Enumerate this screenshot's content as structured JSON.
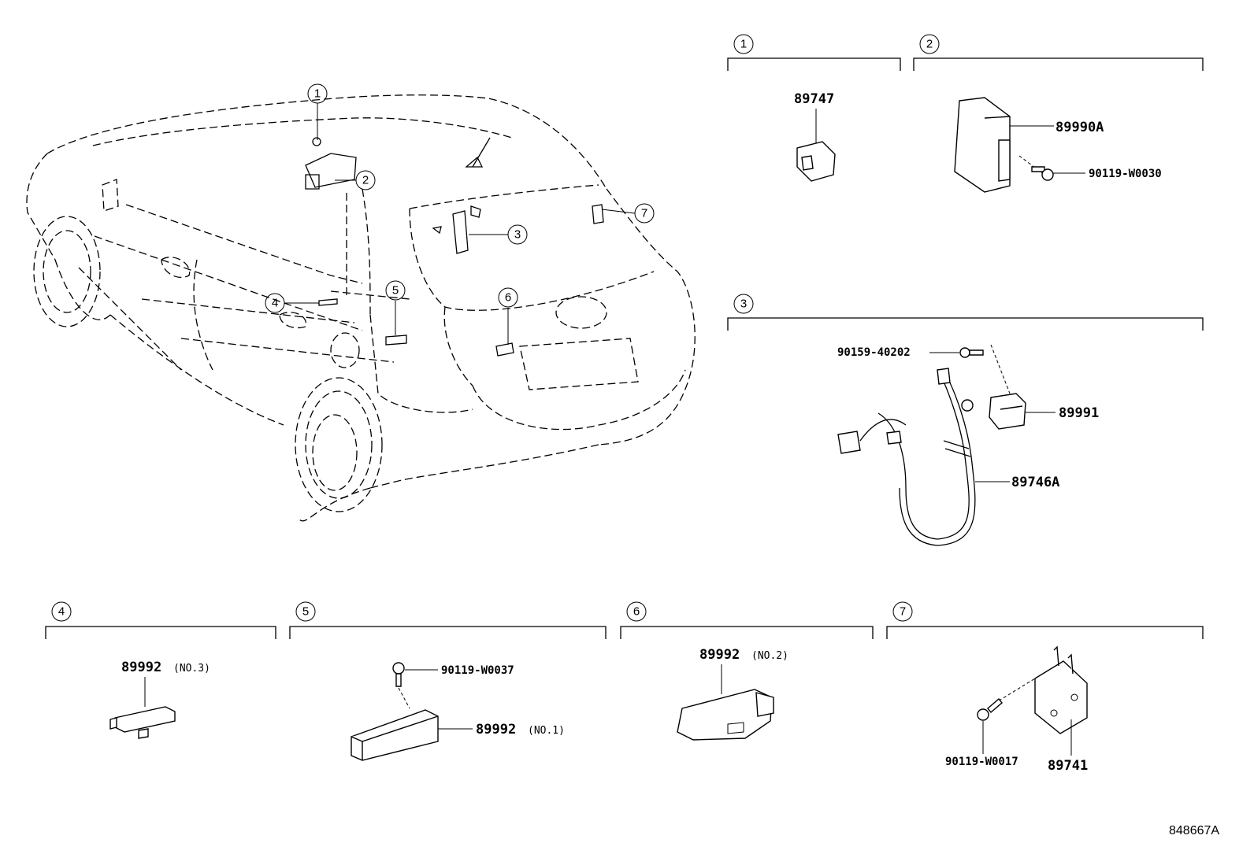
{
  "callouts": [
    "1",
    "2",
    "3",
    "4",
    "5",
    "6",
    "7"
  ],
  "groups": {
    "g1": {
      "num": "1",
      "parts": {
        "p89747": "89747"
      }
    },
    "g2": {
      "num": "2",
      "parts": {
        "p89990A": "89990A",
        "p90119W0030": "90119-W0030"
      }
    },
    "g3": {
      "num": "3",
      "parts": {
        "p90159": "90159-40202",
        "p89991": "89991",
        "p89746A": "89746A"
      }
    },
    "g4": {
      "num": "4",
      "parts": {
        "p89992": "89992",
        "note": "(NO.3)"
      }
    },
    "g5": {
      "num": "5",
      "parts": {
        "p90119W0037": "90119-W0037",
        "p89992": "89992",
        "note": "(NO.1)"
      }
    },
    "g6": {
      "num": "6",
      "parts": {
        "p89992": "89992",
        "note": "(NO.2)"
      }
    },
    "g7": {
      "num": "7",
      "parts": {
        "p90119W0017": "90119-W0017",
        "p89741": "89741"
      }
    }
  },
  "reference_code": "848667A"
}
